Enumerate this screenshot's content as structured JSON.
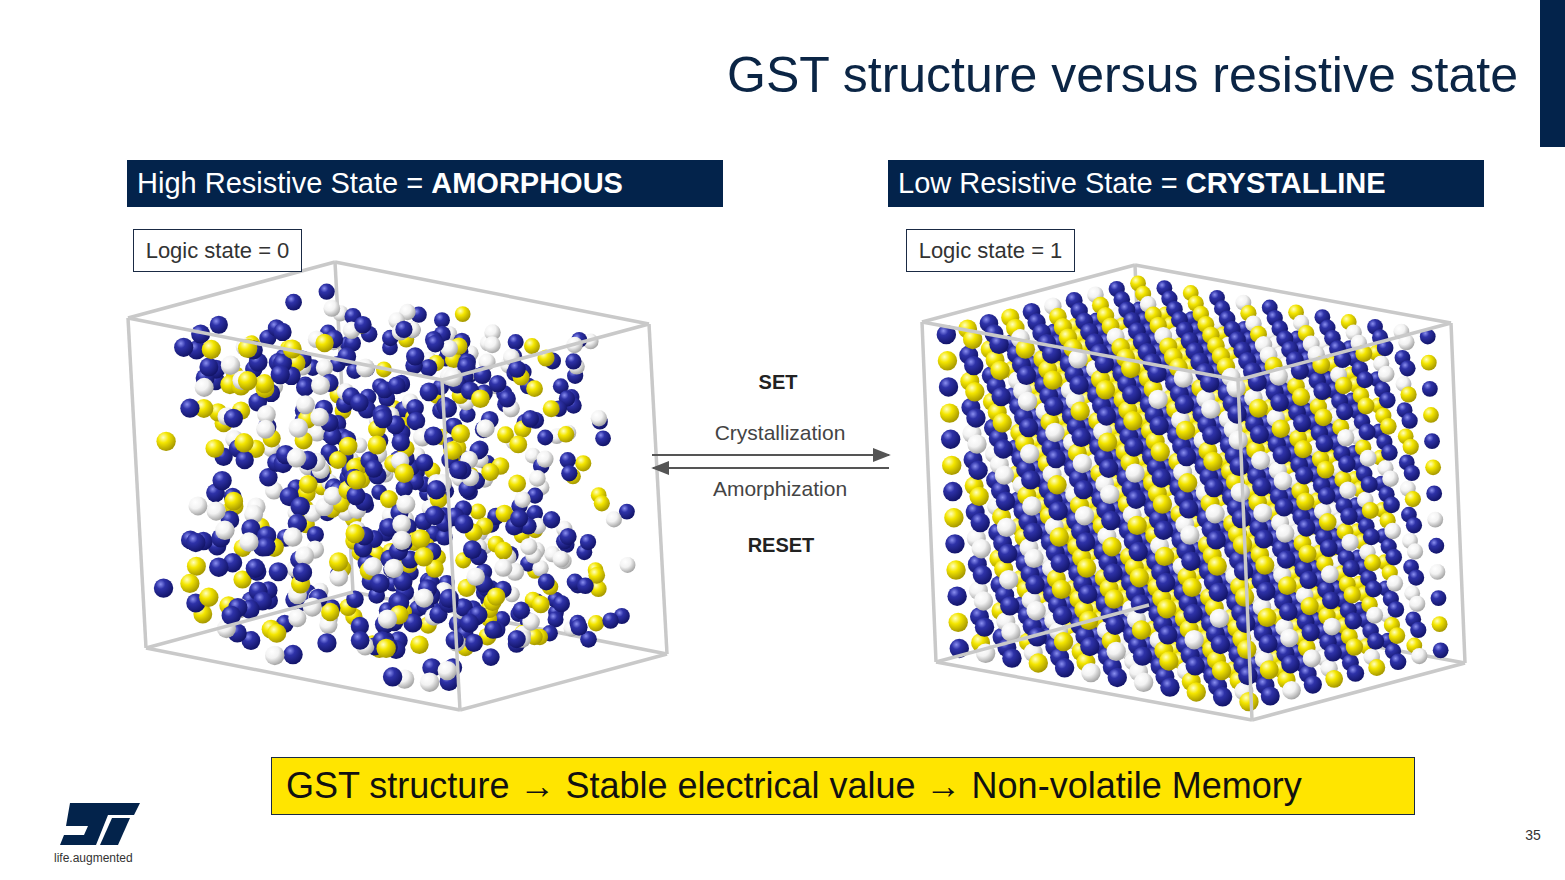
{
  "diagram": {
    "title": "GST structure versus resistive state",
    "nodes": [
      {
        "text": [
          "High Resistive State =",
          "AMORPHOUS"
        ]
      },
      {
        "text": [
          "Low Resistive State =",
          "CRYSTALLINE"
        ]
      },
      {
        "text": [
          "Logic state = 0"
        ]
      },
      {
        "text": [
          "Logic state = 1"
        ]
      },
      {
        "text": [
          "GST structure → Stable electrical value → Non-volatile Memory"
        ]
      }
    ],
    "labels": [
      "SET",
      "Crystallization",
      "Amorphization",
      "RESET",
      "life.augmented",
      "35"
    ]
  }
}
